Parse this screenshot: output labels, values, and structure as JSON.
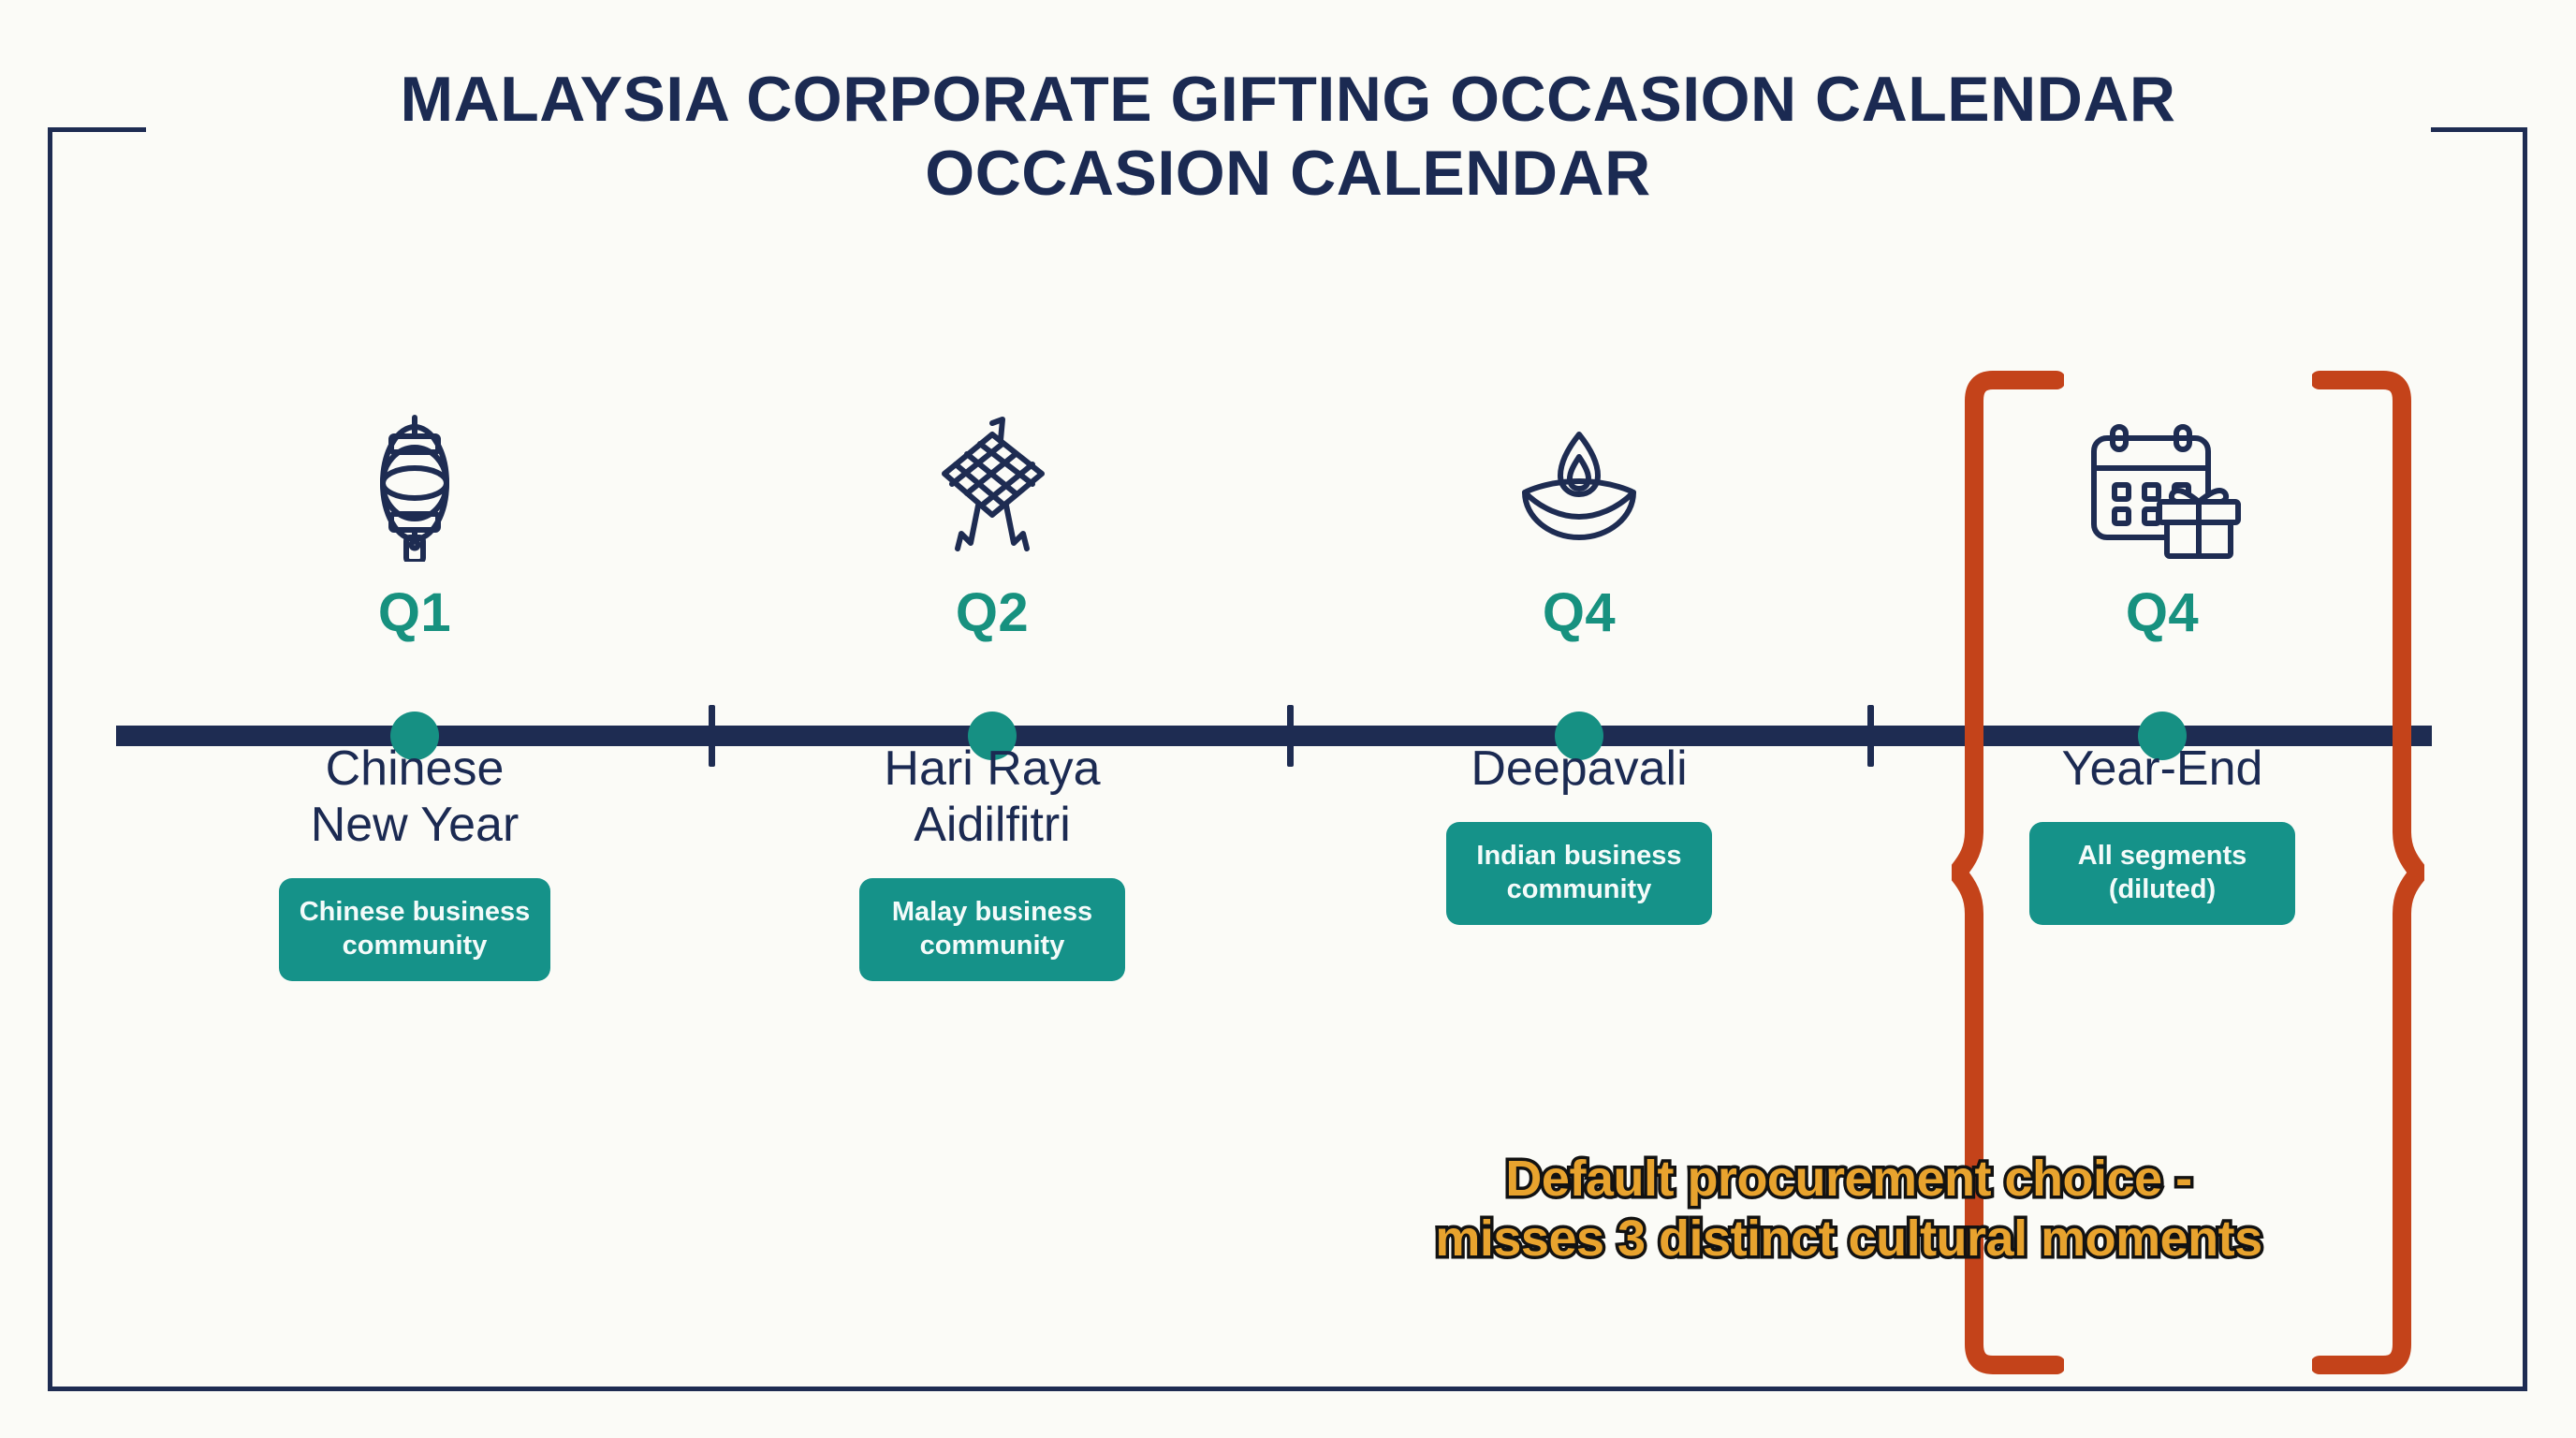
{
  "header": {
    "title_line_1": "MALAYSIA CORPORATE GIFTING OCCASION CALENDAR",
    "title_line_2": "OCCASION CALENDAR"
  },
  "timeline": {
    "milestones": [
      {
        "quarter": "Q1",
        "occasion": "Chinese\nNew Year",
        "segment_badge": "Chinese business\ncommunity",
        "icon": "chinese-lantern-icon",
        "highlighted": false
      },
      {
        "quarter": "Q2",
        "occasion": "Hari Raya\nAidilfitri",
        "segment_badge": "Malay business\ncommunity",
        "icon": "ketupat-icon",
        "highlighted": false
      },
      {
        "quarter": "Q4",
        "occasion": "Deepavali",
        "segment_badge": "Indian business\ncommunity",
        "icon": "oil-lamp-diya-icon",
        "highlighted": false
      },
      {
        "quarter": "Q4",
        "occasion": "Year-End",
        "segment_badge": "All segments\n(diluted)",
        "icon": "calendar-gift-icon",
        "highlighted": true
      }
    ]
  },
  "annotation": {
    "text": "Default procurement choice -\nmisses 3 distinct cultural moments"
  },
  "colors": {
    "background": "#fbfbf7",
    "navy": "#1e2c52",
    "teal": "#169083",
    "badge_teal": "#159289",
    "orange_bracket": "#c4431a",
    "annotation_amber": "#e8a32e",
    "annotation_outline": "#121212"
  }
}
